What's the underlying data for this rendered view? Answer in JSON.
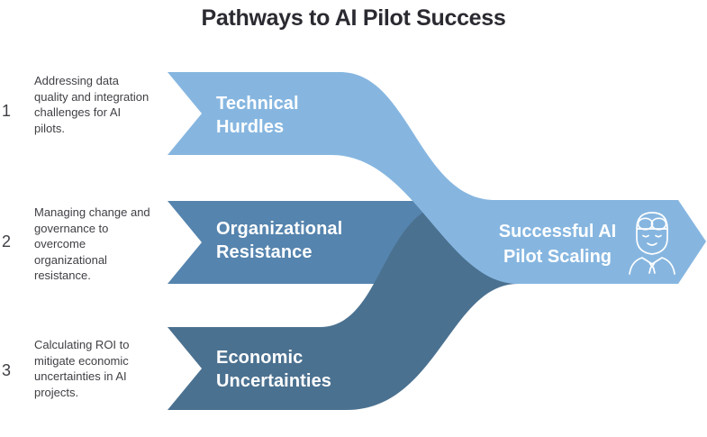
{
  "title": "Pathways to AI Pilot Success",
  "colors": {
    "light": "#86B6E0",
    "medium": "#5584AE",
    "dark": "#4B7190",
    "title_text": "#2A2A31",
    "body_text": "#3F3F45",
    "label_text": "#FFFFFF"
  },
  "items": [
    {
      "number": "1",
      "description": "Addressing data quality and integration challenges for AI pilots.",
      "label": "Technical Hurdles"
    },
    {
      "number": "2",
      "description": "Managing change and governance to overcome organizational resistance.",
      "label": "Organizational Resistance"
    },
    {
      "number": "3",
      "description": "Calculating ROI to mitigate economic uncertainties in AI projects.",
      "label": "Economic Uncertainties"
    }
  ],
  "result": {
    "label": "Successful AI Pilot Scaling",
    "icon": "pilot-face-icon"
  }
}
